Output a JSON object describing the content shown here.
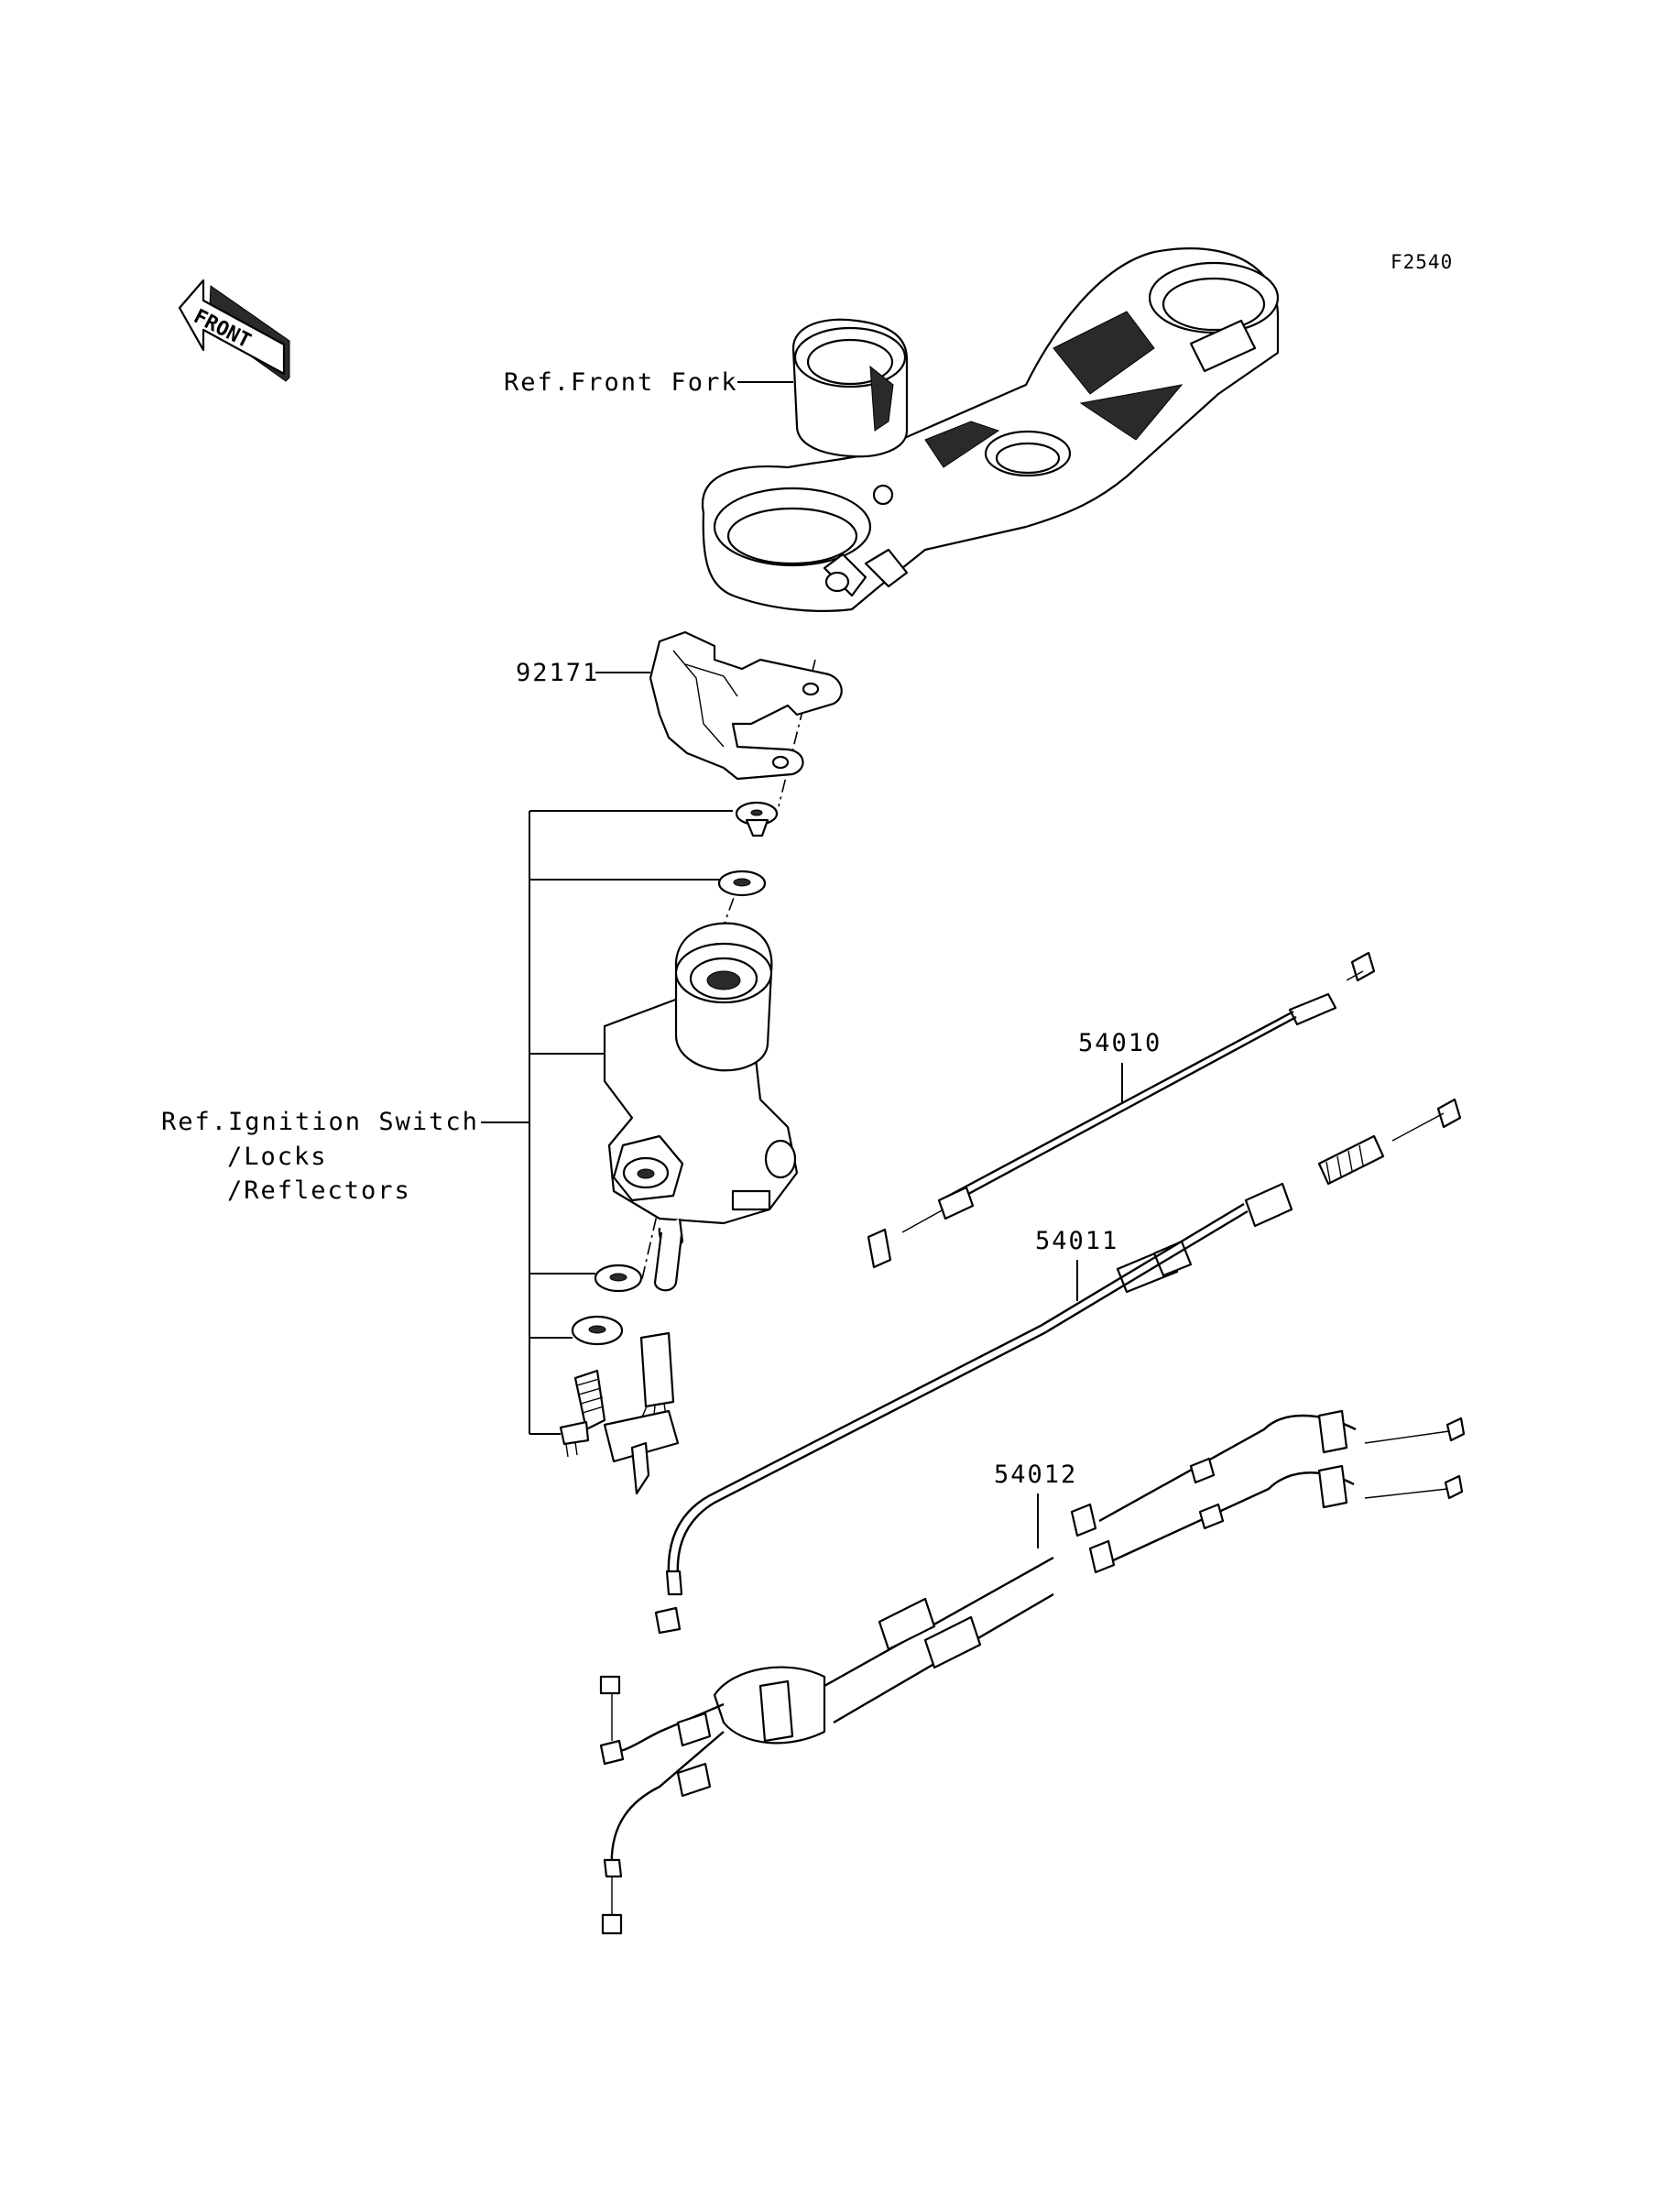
{
  "figure_id": "F2540",
  "front_indicator": "FRONT",
  "labels": {
    "front_fork_ref": "Ref.Front Fork",
    "part_92171": "92171",
    "ignition_ref_line1": "Ref.Ignition Switch",
    "ignition_ref_line2": "/Locks",
    "ignition_ref_line3": "/Reflectors",
    "part_54010": "54010",
    "part_54011": "54011",
    "part_54012": "54012"
  }
}
